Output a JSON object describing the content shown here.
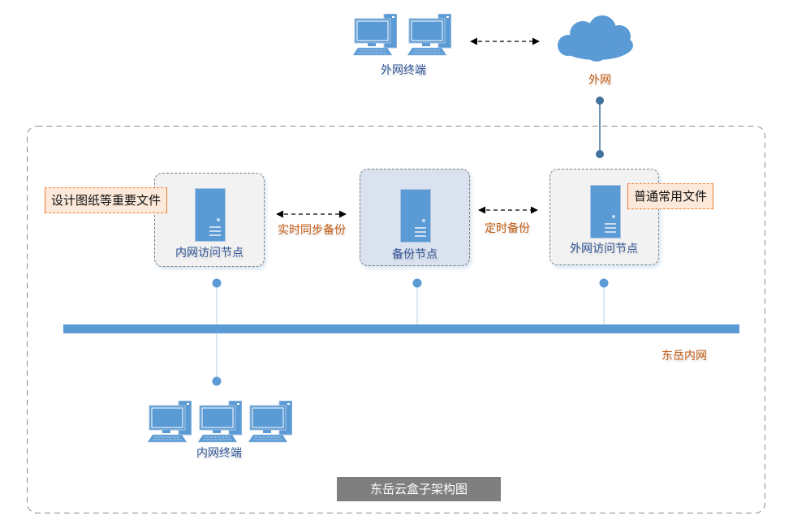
{
  "external": {
    "terminals_label": "外网终端",
    "cloud_label": "外网",
    "terminal_count": 2
  },
  "nodes": {
    "internal_access": "内网访问节点",
    "backup": "备份节点",
    "external_access": "外网访问节点"
  },
  "notes": {
    "important_files": "设计图纸等重要文件",
    "common_files": "普通常用文件"
  },
  "links": {
    "realtime_sync": "实时同步备份",
    "scheduled_backup": "定时备份"
  },
  "intranet": {
    "label": "东岳内网",
    "terminals_label": "内网终端",
    "terminal_count": 3
  },
  "title": "东岳云盒子架构图",
  "colors": {
    "accent_blue": "#5b9bd5",
    "accent_orange": "#c55a11",
    "backup_bg": "#dae1ef",
    "node_bg": "#f2f2f2",
    "title_bg": "#7f7f7f"
  }
}
